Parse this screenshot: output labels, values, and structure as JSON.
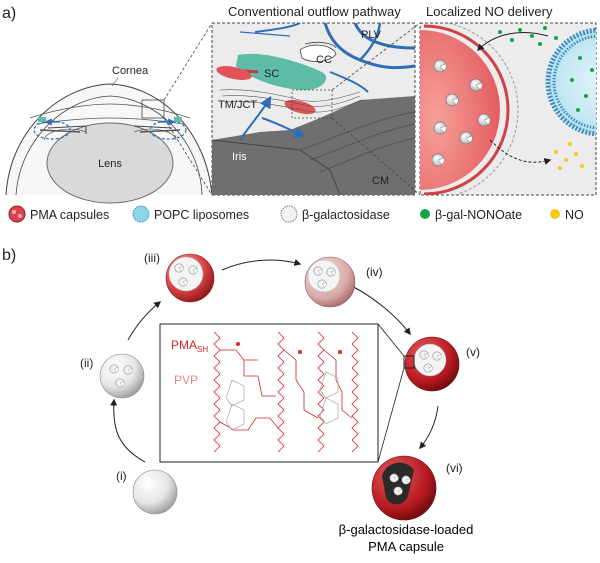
{
  "panel_a": {
    "label": "a)",
    "eye": {
      "cornea": "Cornea",
      "lens": "Lens"
    },
    "outflow": {
      "title": "Conventional outflow pathway",
      "plv": "PLV",
      "cc": "CC",
      "sc": "SC",
      "tm_jct": "TM/JCT",
      "iris": "Iris",
      "cm": "CM"
    },
    "delivery": {
      "title": "Localized NO delivery"
    },
    "legend": [
      {
        "label": "PMA capsules",
        "color": "#d9434b"
      },
      {
        "label": "POPC liposomes",
        "color": "#8fd3e6"
      },
      {
        "label": "β-galactosidase",
        "color": "#bdbdbd"
      },
      {
        "label": "β-gal-NONOate",
        "color": "#16a34a"
      },
      {
        "label": "NO",
        "color": "#f6c81a"
      }
    ]
  },
  "panel_b": {
    "label": "b)",
    "steps": {
      "i": "(i)",
      "ii": "(ii)",
      "iii": "(iii)",
      "iv": "(iv)",
      "v": "(v)",
      "vi": "(vi)"
    },
    "inset": {
      "pma": "PMA",
      "pma_sub": "SH",
      "pvp": "PVP"
    },
    "caption_line1": "β-galactosidase-loaded",
    "caption_line2": "PMA capsule"
  }
}
